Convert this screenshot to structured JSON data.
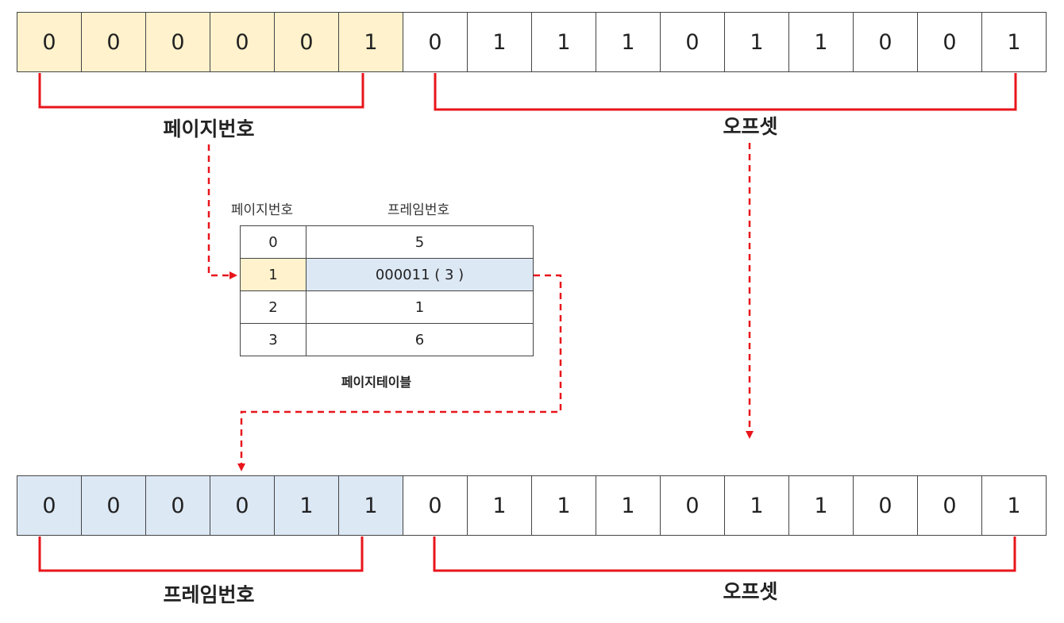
{
  "logical_address": {
    "bits": [
      "0",
      "0",
      "0",
      "0",
      "0",
      "1",
      "0",
      "1",
      "1",
      "1",
      "0",
      "1",
      "1",
      "0",
      "0",
      "1"
    ],
    "page_bits_count": 6,
    "page_label": "페이지번호",
    "offset_label": "오프셋"
  },
  "page_table": {
    "col_page_header": "페이지번호",
    "col_frame_header": "프레임번호",
    "rows": [
      {
        "page": "0",
        "frame": "5"
      },
      {
        "page": "1",
        "frame": "000011 ( 3 )"
      },
      {
        "page": "2",
        "frame": "1"
      },
      {
        "page": "3",
        "frame": "6"
      }
    ],
    "highlight_row": 1,
    "caption": "페이지테이블"
  },
  "physical_address": {
    "bits": [
      "0",
      "0",
      "0",
      "0",
      "1",
      "1",
      "0",
      "1",
      "1",
      "1",
      "0",
      "1",
      "1",
      "0",
      "0",
      "1"
    ],
    "frame_bits_count": 6,
    "frame_label": "프레임번호",
    "offset_label": "오프셋"
  },
  "colors": {
    "page_highlight": "#fff2cc",
    "frame_highlight": "#dde8f5",
    "bracket": "#e8151b",
    "arrow": "#e8151b"
  }
}
